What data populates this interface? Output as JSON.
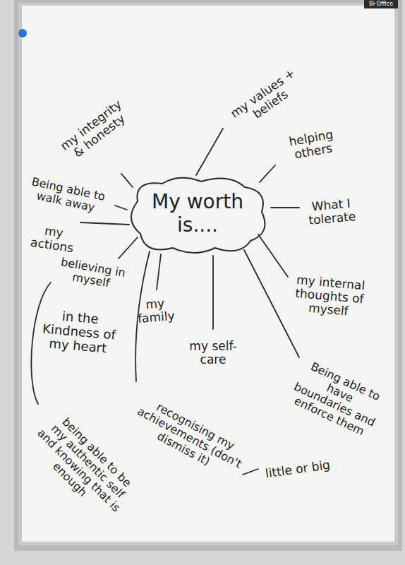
{
  "diagram": {
    "nodes": [
      {
        "text": [
          "My worth is...."
        ]
      }
    ],
    "labels": [
      "Bi-Office",
      "my integrity & honesty",
      "my values + beliefs",
      "helping others",
      "Being able to walk away",
      "What I tolerate",
      "my actions",
      "believing in myself",
      "my internal thoughts of myself",
      "in the Kindness of my heart",
      "my family",
      "my self-care",
      "Being able to have boundaries and enforce them",
      "recognising my achievements (don't dismiss it)",
      "little or big",
      "being able to be my authentic self and knowing that is enough"
    ]
  }
}
